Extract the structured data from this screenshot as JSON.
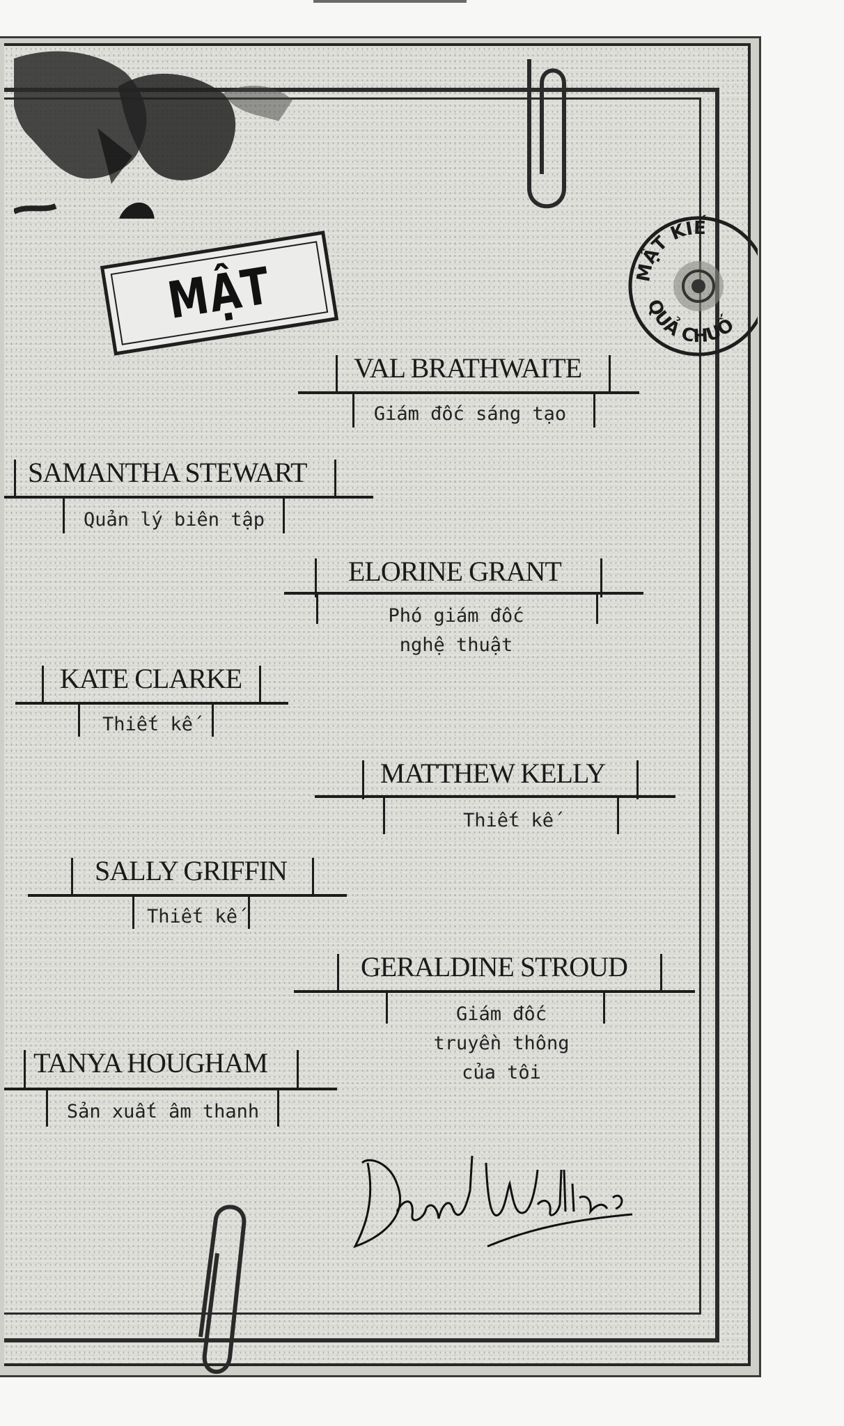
{
  "stamp": {
    "label": "MẬT"
  },
  "seal": {
    "text_top": "MẬT KIẾ",
    "text_bottom": "QUẢ CHUỐ"
  },
  "staff": [
    {
      "name": "VAL BRATHWAITE",
      "role": "Giám đốc sáng tạo"
    },
    {
      "name": "SAMANTHA STEWART",
      "role": "Quản lý biên tập"
    },
    {
      "name": "ELORINE GRANT",
      "role_line1": "Phó giám đốc",
      "role_line2": "nghệ thuật"
    },
    {
      "name": "KATE CLARKE",
      "role": "Thiết kế"
    },
    {
      "name": "MATTHEW KELLY",
      "role": "Thiết kế"
    },
    {
      "name": "SALLY GRIFFIN",
      "role": "Thiết kế"
    },
    {
      "name": "GERALDINE STROUD",
      "role_line1": "Giám đốc",
      "role_line2": "truyền thông",
      "role_line3": "của tôi"
    },
    {
      "name": "TANYA HOUGHAM",
      "role": "Sản xuất âm thanh"
    }
  ],
  "signature": {
    "text": "David Walliams"
  }
}
